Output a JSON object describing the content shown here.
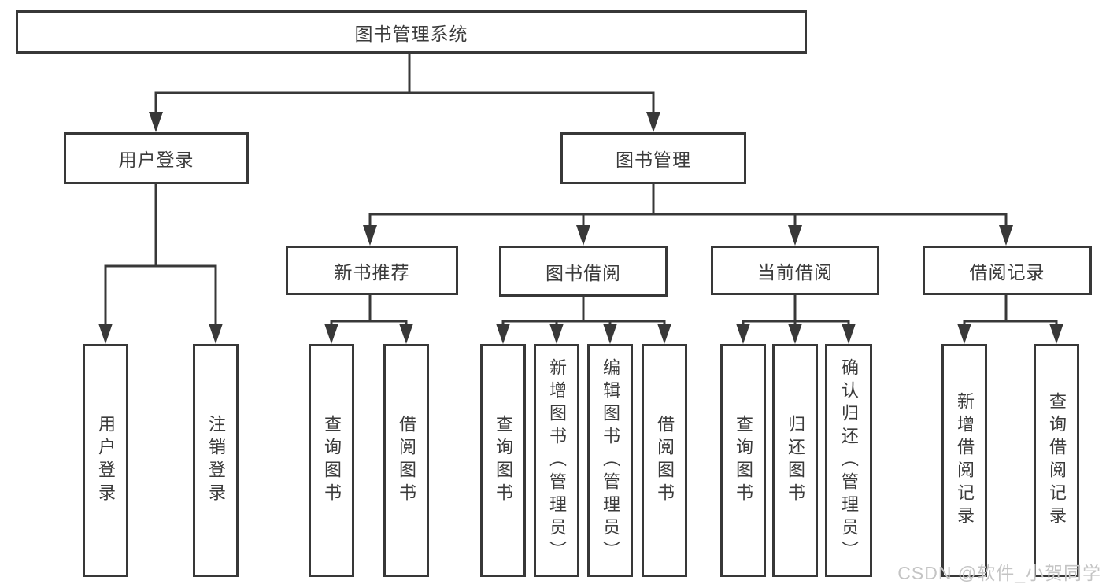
{
  "root": {
    "label": "图书管理系统"
  },
  "branches": [
    {
      "label": "用户登录",
      "children": [
        {
          "label": "用户登录"
        },
        {
          "label": "注销登录"
        }
      ]
    },
    {
      "label": "图书管理",
      "children": [
        {
          "label": "新书推荐",
          "children": [
            {
              "label": "查询图书"
            },
            {
              "label": "借阅图书"
            }
          ]
        },
        {
          "label": "图书借阅",
          "children": [
            {
              "label": "查询图书"
            },
            {
              "label": "新增图书（管理员）"
            },
            {
              "label": "编辑图书（管理员）"
            },
            {
              "label": "借阅图书"
            }
          ]
        },
        {
          "label": "当前借阅",
          "children": [
            {
              "label": "查询图书"
            },
            {
              "label": "归还图书"
            },
            {
              "label": "确认归还（管理员）"
            }
          ]
        },
        {
          "label": "借阅记录",
          "children": [
            {
              "label": "新增借阅记录"
            },
            {
              "label": "查询借阅记录"
            }
          ]
        }
      ]
    }
  ],
  "watermark": {
    "text": "CSDN @软件_小贺同学"
  },
  "colors": {
    "background": "#ffffff",
    "line": "#383838",
    "box_border": "#383838",
    "box_fill": "#ffffff",
    "text": "#3b3b3b",
    "watermark_text": "#c4c4c4"
  }
}
